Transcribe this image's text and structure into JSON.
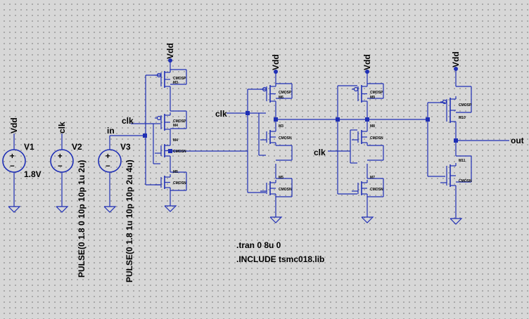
{
  "sources": [
    {
      "name": "V1",
      "node": "Vdd",
      "value": "1.8V"
    },
    {
      "name": "V2",
      "node": "clk",
      "value": "PULSE(0 1.8 0 10p 10p 1u 2u)"
    },
    {
      "name": "V3",
      "node": "in",
      "value": "PULSE(0 1.8 1u 10p 10p 2u 4u)"
    }
  ],
  "nets": {
    "vdd": "Vdd",
    "clk": "clk",
    "in": "in",
    "out": "out"
  },
  "models": {
    "pmos": "CMOSP",
    "nmos": "CMOSN"
  },
  "transistors": [
    "M3",
    "M4",
    "M4",
    "M5",
    "M6",
    "M3",
    "M5",
    "M9",
    "M8",
    "M7",
    "M10",
    "M11"
  ],
  "directives": [
    ".tran 0 8u 0",
    ".INCLUDE tsmc018.lib"
  ]
}
